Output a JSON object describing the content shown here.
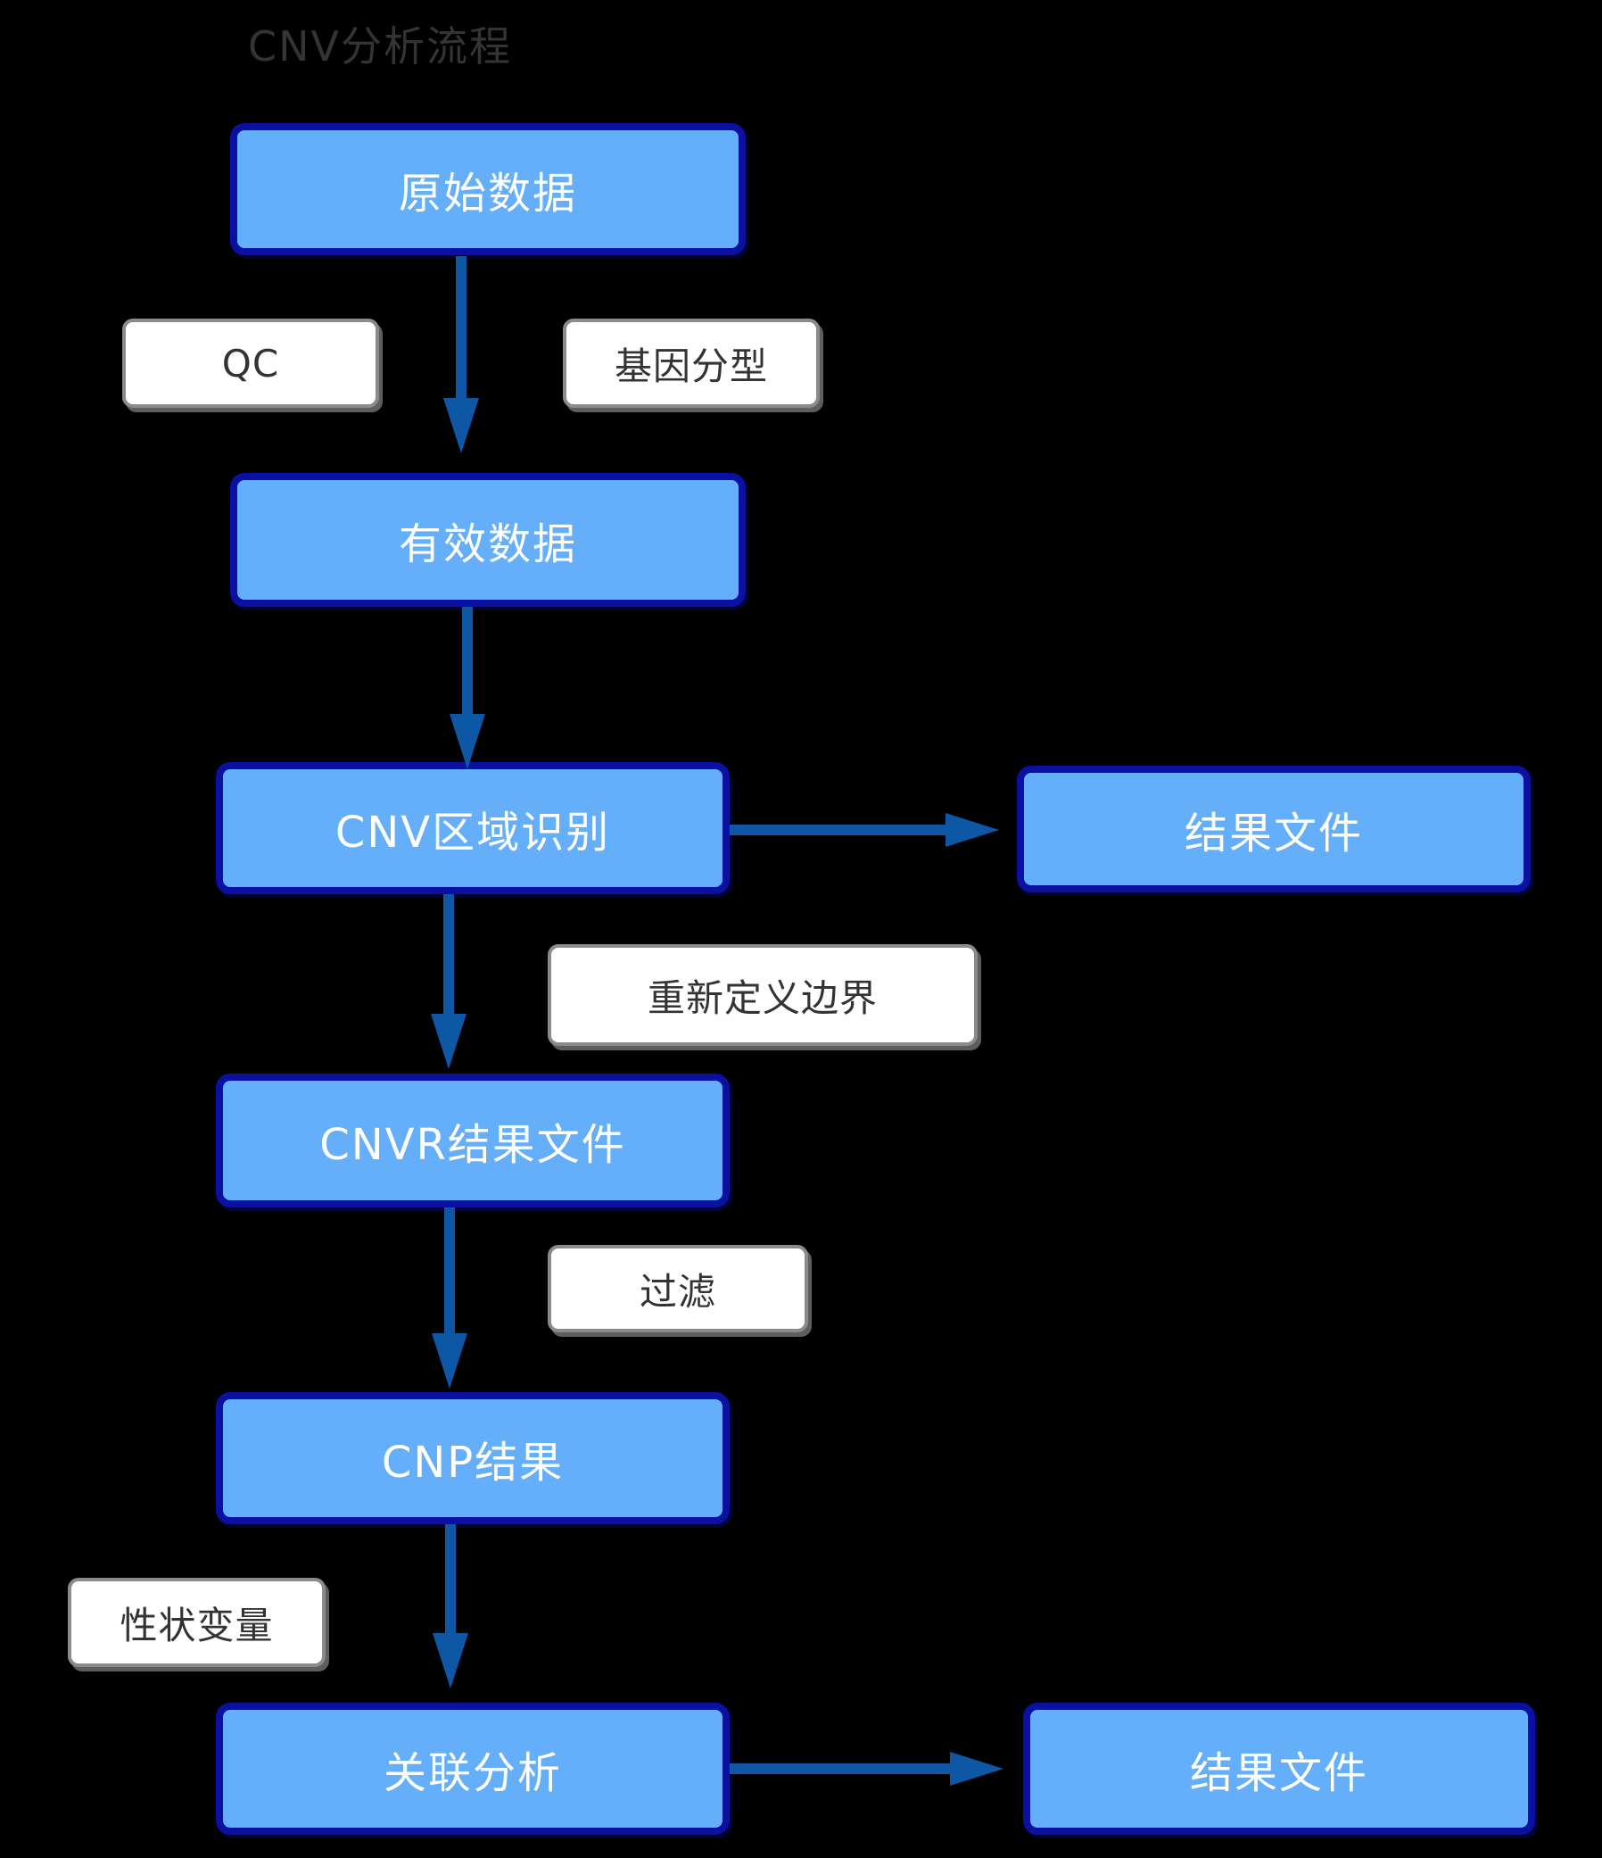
{
  "title": "CNV分析流程",
  "colors": {
    "bg": "#000000",
    "node_fill": "#65aef9",
    "node_border": "#0a10a2",
    "node_text": "#ffffff",
    "arrow": "#0e57a5",
    "label_fill": "#ffffff",
    "label_border": "#8b8b8b",
    "label_text": "#333333",
    "title_color": "#343434"
  },
  "nodes": {
    "raw_data": "原始数据",
    "valid_data": "有效数据",
    "cnv_region": "CNV区域识别",
    "result_file_top": "结果文件",
    "cnvr_file": "CNVR结果文件",
    "cnp_result": "CNP结果",
    "assoc_analysis": "关联分析",
    "result_file_bottom": "结果文件"
  },
  "labels": {
    "qc": "QC",
    "genotyping": "基因分型",
    "redefine_boundary": "重新定义边界",
    "filter": "过滤",
    "trait_variable": "性状变量"
  }
}
